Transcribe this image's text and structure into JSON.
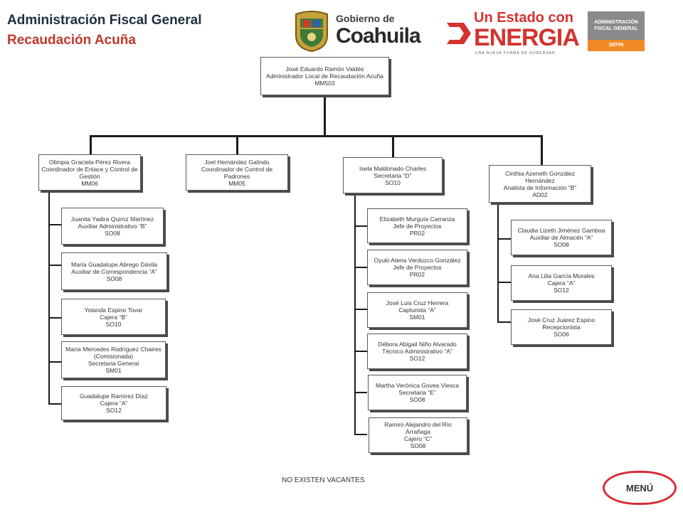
{
  "header": {
    "title": "Administración Fiscal General",
    "subtitle": "Recaudación Acuña"
  },
  "logos": {
    "gobierno_small": "Gobierno de",
    "gobierno_big": "Coahuila",
    "energia_top": "Un Estado con",
    "energia_big": "ENERGIA",
    "energia_sub": "UNA NUEVA FORMA DE GOBERNAR",
    "admin_line1": "ADMINISTRACIÓN",
    "admin_line2": "FISCAL GENERAL",
    "admin_bottom": "SEFIN"
  },
  "org": {
    "root": {
      "name": "José Eduardo Ramón Valdés",
      "role": "Administrador Local de Recaudación Acuña",
      "code": "MM503"
    },
    "heads": [
      {
        "name": "Olimpia Graciela Pérez Rivera",
        "role": "Coordinador de Enlace y Control de Gestión",
        "code": "MM06"
      },
      {
        "name": "Joel Hernández Galindo",
        "role": "Coordinador de Control de Padrones",
        "code": "MM05"
      },
      {
        "name": "Isela Maldonado Charles",
        "role": "Secretaria “D”",
        "code": "SO10"
      },
      {
        "name": "Cinthia Azeneth González Hernández",
        "role": "Analista de Información “B”",
        "code": "AD02"
      }
    ],
    "col1": [
      {
        "name": "Juanita Yadira Quiroz Martínez",
        "role": "Auxiliar Administrativo “B”",
        "code": "SO08"
      },
      {
        "name": "María Guadalupe Abrego Dávila",
        "role": "Auxiliar de Correspondencia “A”",
        "code": "SO08"
      },
      {
        "name": "Yolanda Espino Tovar",
        "role": "Cajera “B”",
        "code": "SO10"
      },
      {
        "name": "María Mercedes Rodríguez Chaires",
        "extra": "(Comisionada)",
        "role": "Secretaria General",
        "code": "SM01"
      },
      {
        "name": "Guadalupe Ramírez Díaz",
        "role": "Cajera “A”",
        "code": "SO12"
      }
    ],
    "col3": [
      {
        "name": "Elizabeth Murguía Carranza",
        "role": "Jefe de Proyectos",
        "code": "PR02"
      },
      {
        "name": "Oyuki Atena Verduzco González",
        "role": "Jefe de Proyectos",
        "code": "PR02"
      },
      {
        "name": "José Luis Cruz Herrera",
        "role": "Capturista “A”",
        "code": "SM01"
      },
      {
        "name": "Débora Abigail Niño Alvarado",
        "role": "Técnico Administrativo “A”",
        "code": "SO12"
      },
      {
        "name": "Martha Verónica Govea Viesca",
        "role": "Secretaria “E”",
        "code": "SO08"
      },
      {
        "name": "Ramiro Alejandro del Río Arrañaga",
        "role": "Cajero “C”",
        "code": "SO08"
      }
    ],
    "col4": [
      {
        "name": "Claudia Lizeth Jiménez Gamboa",
        "role": "Auxiliar de Almacén “A”",
        "code": "SO08"
      },
      {
        "name": "Ana Lilia García Morales",
        "role": "Cajera “A”",
        "code": "SO12"
      },
      {
        "name": "José Cruz Juárez Espino",
        "role": "Recepcionista",
        "code": "SO06"
      }
    ]
  },
  "footer": {
    "vacancies": "NO EXISTEN VACANTES",
    "menu_label": "MENÚ"
  }
}
